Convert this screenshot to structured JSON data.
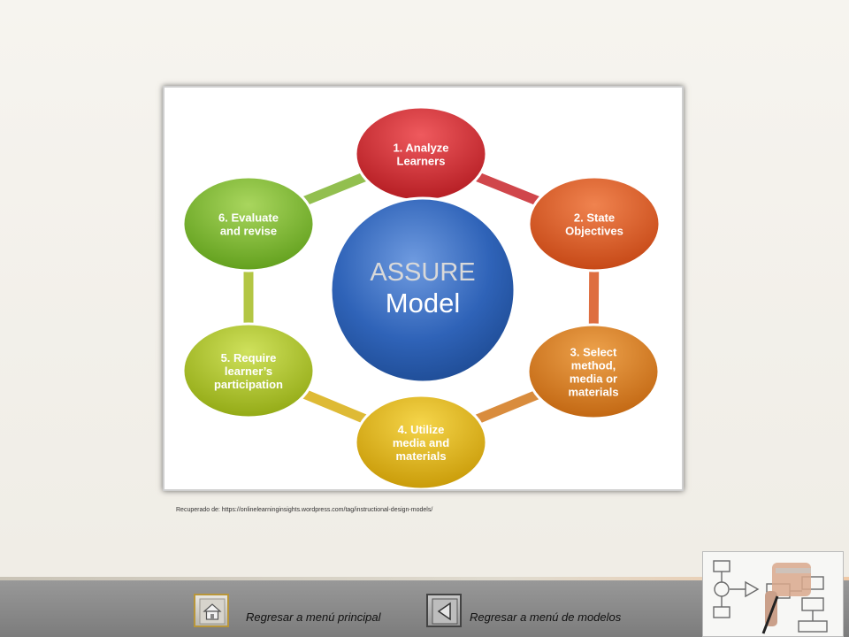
{
  "diagram": {
    "center": {
      "line1": "ASSURE",
      "line2": "Model"
    },
    "steps": [
      {
        "lines": [
          "1. Analyze",
          "Learners"
        ],
        "color": "#c8262c"
      },
      {
        "lines": [
          "2. State",
          "Objectives"
        ],
        "color": "#d9551f"
      },
      {
        "lines": [
          "3. Select",
          "method,",
          "media or",
          "materials"
        ],
        "color": "#d3781c"
      },
      {
        "lines": [
          "4. Utilize",
          "media and",
          "materials"
        ],
        "color": "#d9ae12"
      },
      {
        "lines": [
          "5. Require",
          "learner’s",
          "participation"
        ],
        "color": "#a6bd24"
      },
      {
        "lines": [
          "6. Evaluate",
          "and revise"
        ],
        "color": "#7fb431"
      }
    ],
    "center_color": "#2f63b8"
  },
  "citation": "Recuperado de: https://onlinelearninginsights.wordpress.com/tag/instructional-design-models/",
  "nav": {
    "home_label": "Regresar a menú principal",
    "back_label": "Regresar a menú de modelos",
    "home_icon": "home-icon",
    "back_icon": "back-arrow-icon"
  }
}
